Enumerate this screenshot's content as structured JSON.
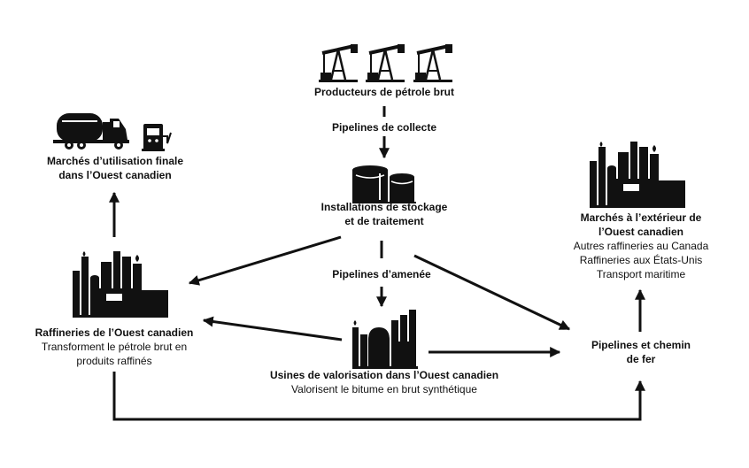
{
  "nodes": {
    "producers": {
      "title": "Producteurs de pétrole brut"
    },
    "storage": {
      "title_line1": "Installations de stockage",
      "title_line2": "et de traitement"
    },
    "end_use": {
      "title_line1": "Marchés d’utilisation finale",
      "title_line2": "dans l’Ouest canadien"
    },
    "refineries_west": {
      "title": "Raffineries de l’Ouest canadien",
      "desc_line1": "Transforment le pétrole brut en",
      "desc_line2": "produits raffinés"
    },
    "upgraders": {
      "title": "Usines de valorisation dans l’Ouest canadien",
      "desc": "Valorisent le bitume en brut synthétique"
    },
    "outside_markets": {
      "title_line1": "Marchés à l’extérieur de",
      "title_line2": "l’Ouest canadien",
      "items": [
        "Autres raffineries au Canada",
        "Raffineries aux États-Unis",
        "Transport maritime"
      ]
    },
    "pipelines_rail": {
      "title_line1": "Pipelines et chemin",
      "title_line2": "de fer"
    }
  },
  "edges": {
    "gathering": "Pipelines de collecte",
    "feeder": "Pipelines d’amenée"
  },
  "icons": {
    "pumpjack": "oil-pumpjack-icon",
    "tanks": "storage-tank-icon",
    "truck": "tanker-truck-icon",
    "pump": "fuel-pump-icon",
    "refinery": "refinery-icon",
    "upgrader": "upgrader-plant-icon"
  },
  "colors": {
    "ink": "#111111",
    "background": "#ffffff"
  }
}
